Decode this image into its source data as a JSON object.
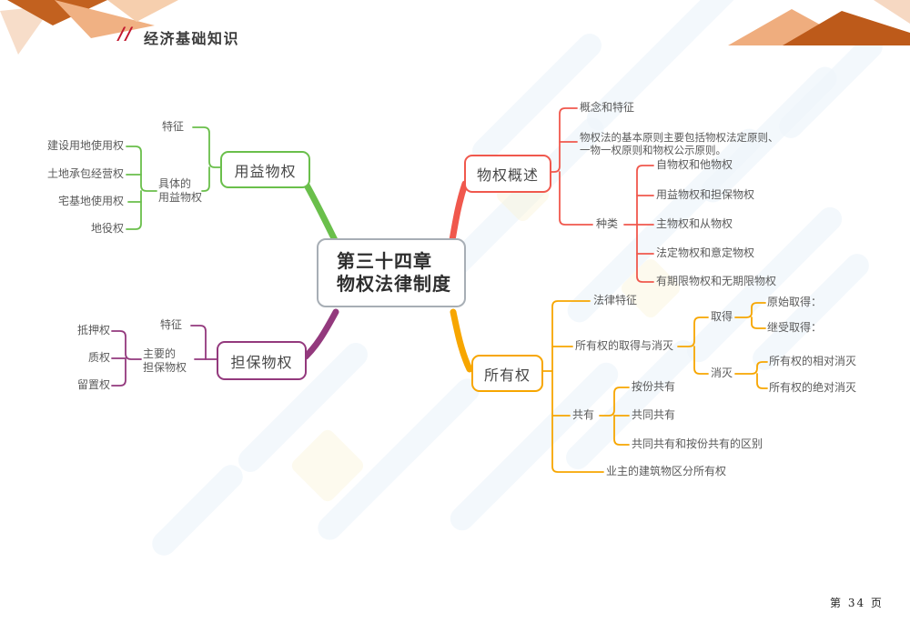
{
  "header": {
    "slashes": "//",
    "title": "经济基础知识"
  },
  "footer": {
    "page_number": "第 34 页"
  },
  "colors": {
    "usufruct_green": "#6abf4b",
    "overview_red": "#f0584d",
    "security_purple": "#93397d",
    "ownership_yellow": "#f7a600",
    "center_border_gray": "#a7aeb5",
    "header_red": "#c2182f",
    "deco_orange_dark": "#c2611f",
    "deco_orange_mid": "#f0b183",
    "deco_orange_light": "#f6cfae",
    "deco_orange_pale": "#f7ddc9",
    "mountain_peach": "#efad7e",
    "mountain_dark": "#bd5a1a",
    "mountain_pale": "#f6d8c2",
    "watermark_blue": "#eef5fb",
    "watermark_yellow": "#fbf3d9"
  },
  "map": {
    "center": {
      "title": "第三十四章\n物权法律制度"
    },
    "overview": {
      "title": "物权概述",
      "concept": "概念和特征",
      "principles": "物权法的基本原则主要包括物权法定原则、\n一物一权原则和物权公示原则。",
      "category": "种类",
      "category_items": [
        "自物权和他物权",
        "用益物权和担保物权",
        "主物权和从物权",
        "法定物权和意定物权",
        "有期限物权和无期限物权"
      ]
    },
    "usufruct": {
      "title": "用益物权",
      "feature": "特征",
      "specific": "具体的\n用益物权",
      "specific_items": [
        "建设用地使用权",
        "土地承包经营权",
        "宅基地使用权",
        "地役权"
      ]
    },
    "security": {
      "title": "担保物权",
      "feature": "特征",
      "main": "主要的\n担保物权",
      "main_items": [
        "抵押权",
        "质权",
        "留置权"
      ]
    },
    "ownership": {
      "title": "所有权",
      "legal_feature": "法律特征",
      "acq_ext": "所有权的取得与消灭",
      "acquisition": "取得",
      "acquisition_items": [
        "原始取得：",
        "继受取得："
      ],
      "extinction": "消灭",
      "extinction_items": [
        "所有权的相对消灭",
        "所有权的绝对消灭"
      ],
      "co_ownership": "共有",
      "co_ownership_items": [
        "按份共有",
        "共同共有",
        "共同共有和按份共有的区别"
      ],
      "condominium": "业主的建筑物区分所有权"
    }
  }
}
